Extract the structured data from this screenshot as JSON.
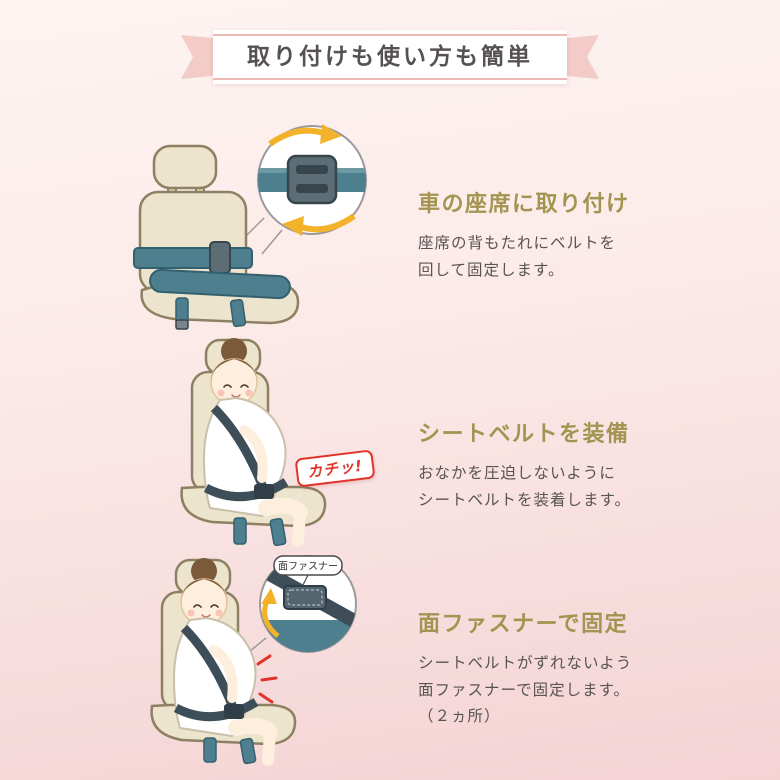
{
  "banner": {
    "title": "取り付けも使い方も簡単"
  },
  "steps": [
    {
      "heading": "車の座席に取り付け",
      "body": "座席の背もたれにベルトを\n回して固定します。",
      "illustration": "car-seat-with-belt-and-buckle-magnifier"
    },
    {
      "heading": "シートベルトを装備",
      "body": "おなかを圧迫しないように\nシートベルトを装着します。",
      "callout": "カチッ!",
      "illustration": "pregnant-woman-wearing-seatbelt"
    },
    {
      "heading": "面ファスナーで固定",
      "body": "シートベルトがずれないよう\n面ファスナーで固定します。\n（２ヵ所）",
      "callout": "面ファスナー",
      "illustration": "pregnant-woman-with-fastener-magnifier"
    }
  ],
  "icons": {
    "ribbon": "banner-ribbon",
    "step1": "car-seat-icon",
    "step1_magnifier": "buckle-magnifier-icon",
    "step2": "pregnant-woman-icon",
    "step3": "pregnant-woman-icon",
    "step3_magnifier": "fastener-magnifier-icon"
  },
  "colors": {
    "background_top": "#fdf4f2",
    "background_bottom": "#f4d3d5",
    "ribbon_pink": "#f3cbc7",
    "ribbon_line": "#eeb9b5",
    "banner_text": "#575252",
    "heading_gold": "#a39451",
    "body_text": "#595454",
    "accent_teal": "#4e7f8e",
    "accent_yellow": "#f2b32a",
    "callout_red": "#e0342b",
    "seat_beige": "#ece4cc",
    "belt_dark": "#3d4e59",
    "hair_brown": "#7a5a38",
    "skin": "#fdeedd"
  }
}
